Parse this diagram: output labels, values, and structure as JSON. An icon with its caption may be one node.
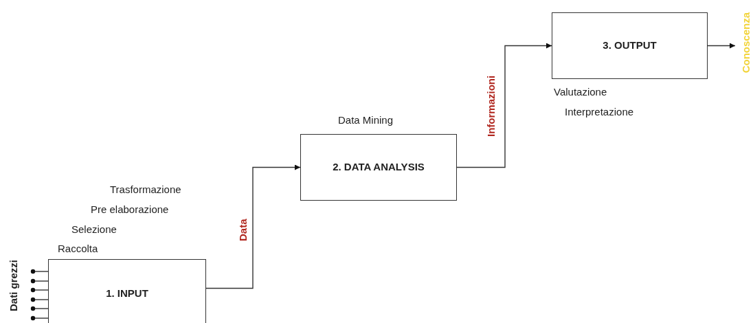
{
  "diagram": {
    "nodes": [
      {
        "text": [
          "1. INPUT"
        ],
        "beside": [
          "Raccolta",
          "Selezione",
          "Pre elaborazione",
          "Trasformazione"
        ]
      },
      {
        "text": [
          "2. DATA ANALYSIS"
        ],
        "beside": [
          "Data Mining"
        ]
      },
      {
        "text": [
          "3. OUTPUT"
        ],
        "beside": [
          "Valutazione",
          "Interpretazione"
        ]
      },
      {
        "text": [
          "Conoscenza"
        ]
      }
    ],
    "edges": [
      {
        "from": 0,
        "to": 1,
        "arrow": "to",
        "label": "Data"
      },
      {
        "from": 1,
        "to": 2,
        "arrow": "to",
        "label": "Informazioni"
      },
      {
        "from": 2,
        "to": 3,
        "arrow": "to"
      },
      {
        "from": null,
        "to": 0,
        "arrow": "other"
      },
      {
        "from": null,
        "to": 0,
        "arrow": "other"
      },
      {
        "from": null,
        "to": 0,
        "arrow": "other"
      },
      {
        "from": null,
        "to": 0,
        "arrow": "other"
      },
      {
        "from": null,
        "to": 0,
        "arrow": "other"
      },
      {
        "from": null,
        "to": 0,
        "arrow": "other"
      }
    ],
    "labels": [
      "Dati grezzi"
    ]
  }
}
